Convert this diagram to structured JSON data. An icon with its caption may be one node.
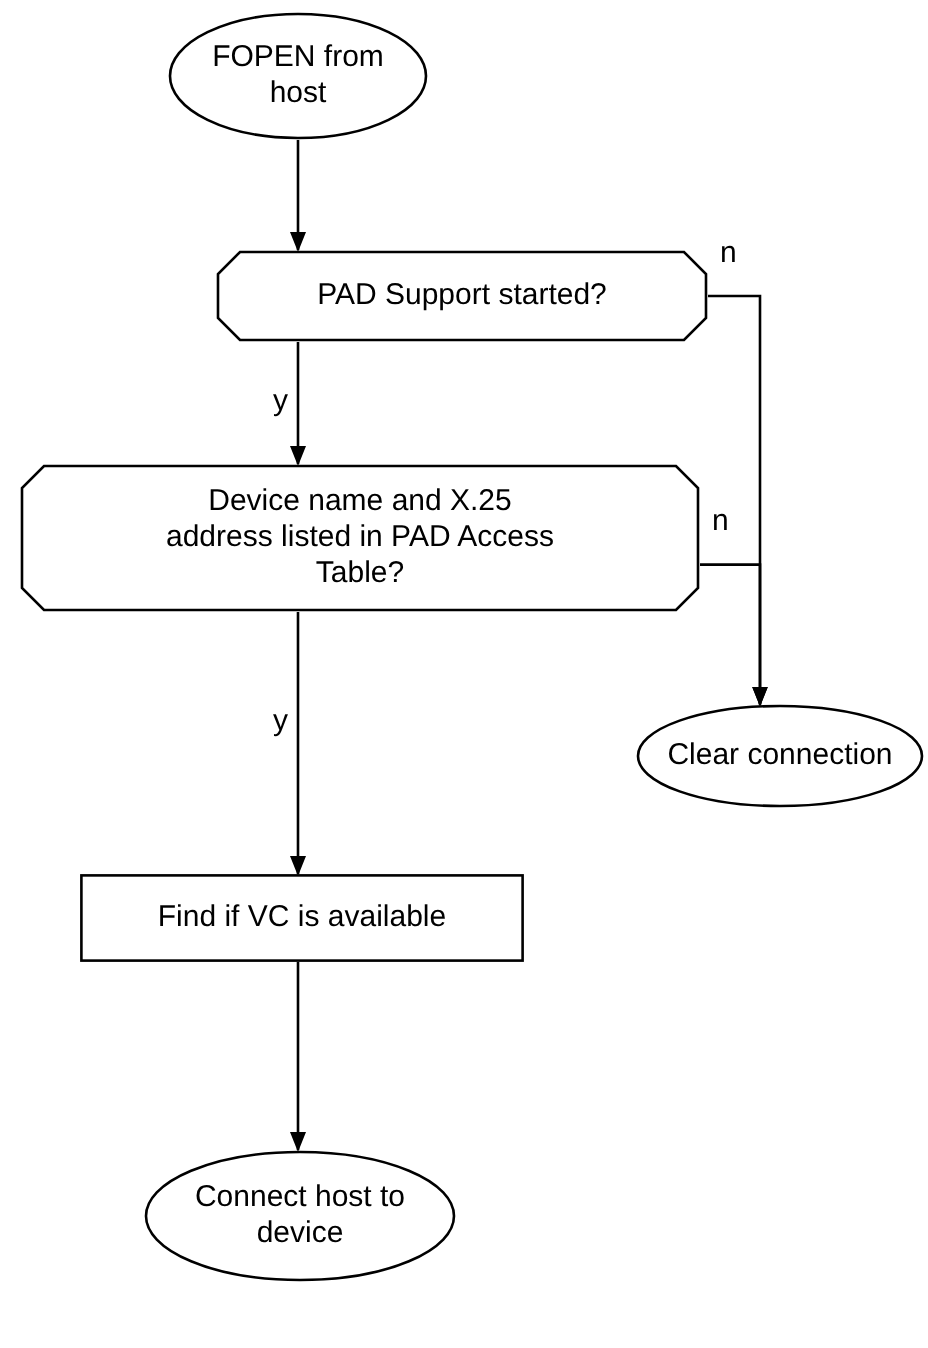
{
  "diagram": {
    "nodes": [
      {
        "text": [
          "FOPEN from host"
        ]
      },
      {
        "text": [
          "PAD Support started?"
        ]
      },
      {
        "text": [
          "Device name and X.25 address listed in PAD Access Table?"
        ]
      },
      {
        "text": [
          "Clear connection"
        ]
      },
      {
        "text": [
          "Find if VC is available"
        ]
      },
      {
        "text": [
          "Connect host to device"
        ]
      }
    ],
    "edges": [
      {
        "from": 0,
        "to": 1,
        "arrow": "to"
      },
      {
        "from": 1,
        "to": 2,
        "arrow": "to",
        "label": "y"
      },
      {
        "from": 1,
        "to": 3,
        "arrow": "to",
        "label": "n"
      },
      {
        "from": 2,
        "to": 3,
        "arrow": "to",
        "label": "n"
      },
      {
        "from": 2,
        "to": 4,
        "arrow": "to",
        "label": "y"
      },
      {
        "from": 4,
        "to": 5,
        "arrow": "to"
      }
    ]
  }
}
